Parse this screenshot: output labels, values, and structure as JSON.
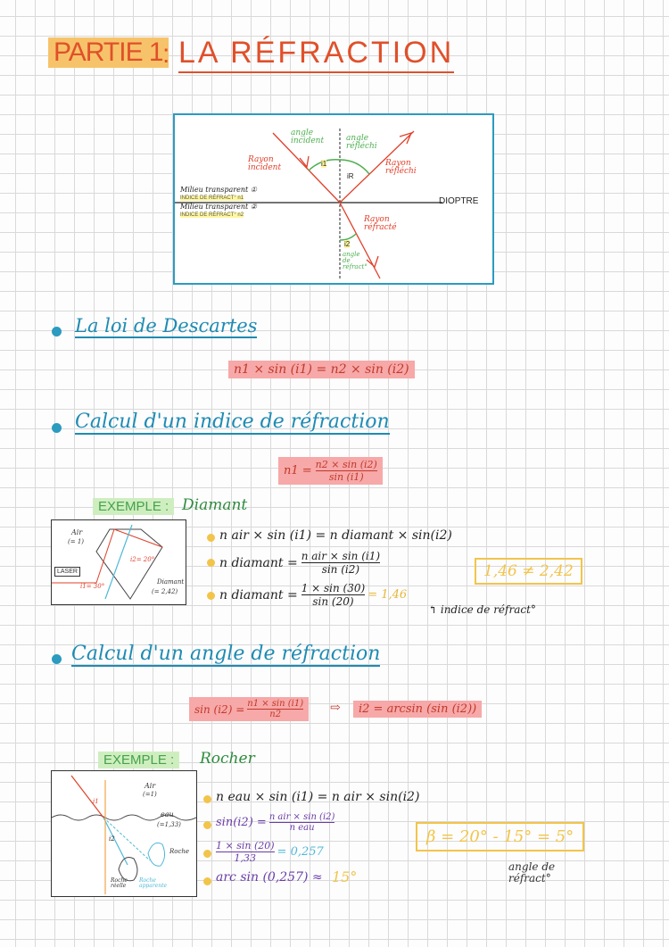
{
  "title": {
    "part": "PARTIE 1",
    "colon": ":",
    "main": "LA RÉFRACTION"
  },
  "diagram": {
    "angle_incident": "angle incident",
    "angle_reflechi": "angle réfléchi",
    "rayon_incident": "Rayon incident",
    "rayon_reflechi": "Rayon réfléchi",
    "rayon_refracte": "Rayon réfracté",
    "dioptre": "DIOPTRE",
    "i1": "i1",
    "ir": "iR",
    "i2": "i2",
    "angle_refract": "angle de réfract°",
    "milieu1": "Milieu transparent ①",
    "indice1": "INDICE DE RÉFRACT° n1",
    "milieu2": "Milieu transparent ②",
    "indice2": "INDICE DE RÉFRACT° n2",
    "colors": {
      "incident": "#e0402a",
      "normal": "#222222",
      "angle": "#4caf50",
      "frame": "#2b9bc0"
    }
  },
  "section1": {
    "heading": "La loi de Descartes",
    "formula": "n1 × sin (i1) = n2 × sin (i2)"
  },
  "section2": {
    "heading": "Calcul d'un indice de réfraction",
    "formula_left": "n1 =",
    "formula_num": "n2 × sin (i2)",
    "formula_den": "sin (i1)",
    "example_label": "EXEMPLE :",
    "example_name": "Diamant",
    "figure": {
      "air": "Air",
      "air_n": "(= 1)",
      "laser": "LASER",
      "i1": "i1= 30°",
      "i2": "i2= 20°",
      "diamant": "Diamant",
      "diamant_n": "(= 2,42)"
    },
    "lines": [
      "n air × sin (i1) = n diamant × sin(i2)",
      "n diamant = n air × sin (i1) / sin (i2)",
      "n diamant = 1 × sin (30) / sin (20) = 1,46"
    ],
    "line2_left": "n diamant =",
    "line2_num": "n air × sin (i1)",
    "line2_den": "sin (i2)",
    "line3_left": "n diamant =",
    "line3_num": "1 × sin (30)",
    "line3_den": "sin (20)",
    "line3_result": "= 1,46",
    "result_note": "↰ indice de réfract°",
    "compare": "1,46 ≠ 2,42"
  },
  "section3": {
    "heading": "Calcul d'un angle de réfraction",
    "formula_left": "sin (i2) =",
    "formula_num": "n1 × sin (i1)",
    "formula_den": "n2",
    "arrow": "⇨",
    "formula_right": "i2 = arcsin (sin (i2))",
    "example_label": "EXEMPLE :",
    "example_name": "Rocher",
    "figure": {
      "air": "Air",
      "air_n": "(=1)",
      "eau": "eau",
      "eau_n": "(=1,33)",
      "roche": "Roche",
      "roche_reelle": "Roche réelle",
      "roche_apparente": "Roche apparente",
      "i1": "i1",
      "i2": "i2"
    },
    "line1": "n eau × sin (i1) = n air × sin(i2)",
    "line2_left": "sin(i2) =",
    "line2_num": "n air × sin (i2)",
    "line2_den": "n eau",
    "line3_num": "1 × sin (20)",
    "line3_den": "1,33",
    "line3_result": "= 0,257",
    "line4": "arc sin (0,257) ≈",
    "line4_result": "15°",
    "beta": "β = 20° - 15° = 5°",
    "beta_note": "angle de réfract°"
  }
}
